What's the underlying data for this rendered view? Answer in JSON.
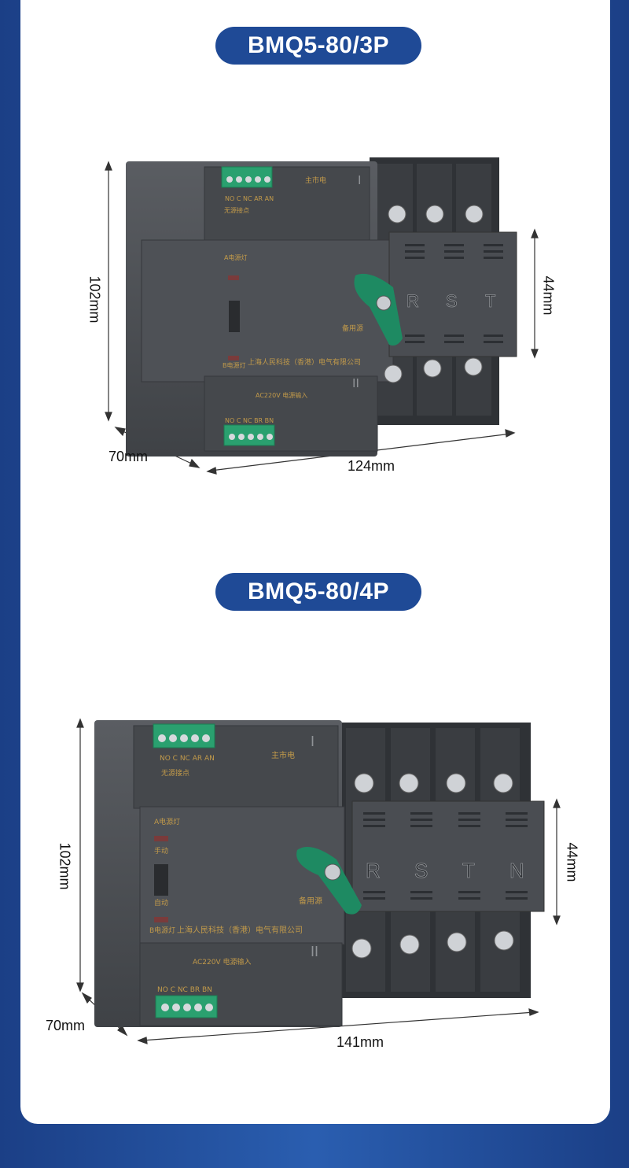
{
  "products": [
    {
      "model": "BMQ5-80/3P",
      "dims": {
        "height": "102mm",
        "depth": "70mm",
        "width": "124mm",
        "module": "44mm"
      },
      "pole_letters": [
        "R",
        "S",
        "T"
      ]
    },
    {
      "model": "BMQ5-80/4P",
      "dims": {
        "height": "102mm",
        "depth": "70mm",
        "width": "141mm",
        "module": "44mm"
      },
      "pole_letters": [
        "R",
        "S",
        "T",
        "N"
      ]
    }
  ],
  "device_text": {
    "manufacturer": "上海人民科技（香港）电气有限公司",
    "main_source": "主市电",
    "backup_source": "备用源",
    "mark_1": "I",
    "mark_2": "II",
    "manual": "手动",
    "auto": "自动",
    "lamp_a": "A电源灯",
    "lamp_b": "B电源灯",
    "terminal_labels": "NO C NC AR AN",
    "terminal_labels_b": "NO C NC BR BN",
    "passive_contact": "无源接点",
    "power_input": "AC220V 电源输入"
  },
  "colors": {
    "brand_blue": "#1f4a96",
    "body_grey": "#4a4d52",
    "terminal_green": "#2aa06f",
    "handle_green": "#1e8a62"
  }
}
